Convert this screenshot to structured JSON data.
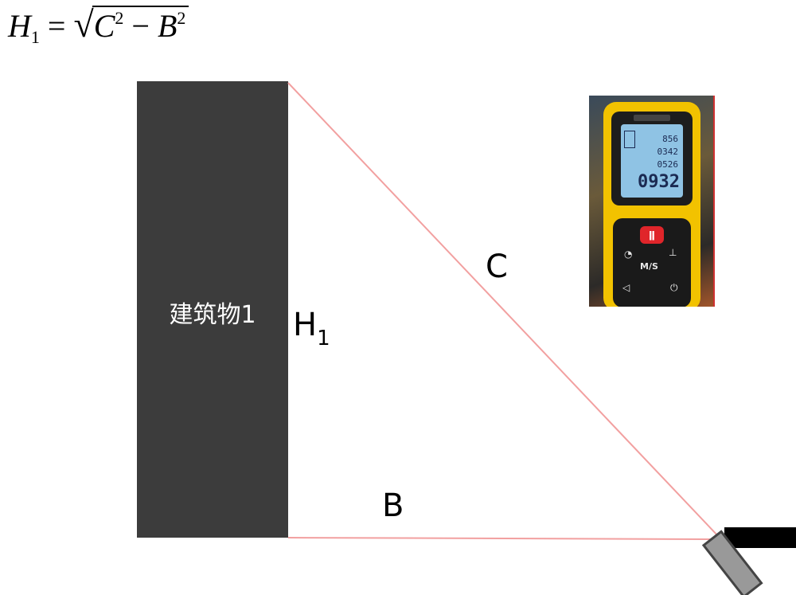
{
  "formula": {
    "lhs_var": "H",
    "lhs_sub": "1",
    "eq": "=",
    "var_c": "C",
    "exp_c": "2",
    "minus": "−",
    "var_b": "B",
    "exp_b": "2"
  },
  "building": {
    "label": "建筑物1",
    "color": "#3c3c3c"
  },
  "labels": {
    "height_main": "H",
    "height_sub": "1",
    "hypotenuse": "C",
    "base": "B"
  },
  "line_color": "#f2a0a0",
  "device": {
    "screen_rows": [
      "856",
      "0342",
      "0526",
      "0932"
    ],
    "center_key": "M/S",
    "body_color": "#f2c200",
    "icons": [
      "laser-key-icon",
      "measure-mode-icon",
      "area-mode-icon",
      "volume-icon",
      "power-icon"
    ]
  }
}
